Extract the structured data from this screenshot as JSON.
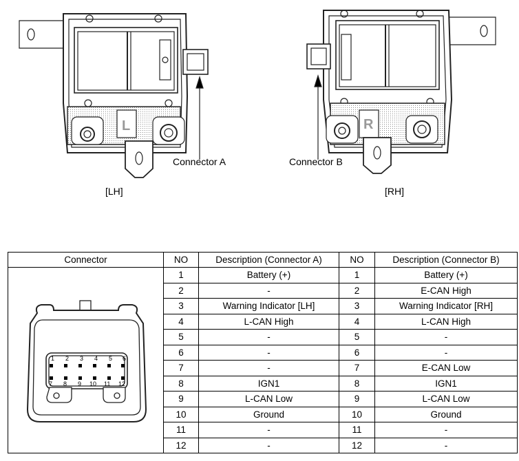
{
  "labels": {
    "lh": "[LH]",
    "rh": "[RH]",
    "connector_a": "Connector A",
    "connector_b": "Connector B",
    "l_mark": "L",
    "r_mark": "R"
  },
  "table": {
    "headers": {
      "connector": "Connector",
      "no_a": "NO",
      "desc_a": "Description (Connector A)",
      "no_b": "NO",
      "desc_b": "Description (Connector B)"
    },
    "rows": [
      {
        "no": "1",
        "a": "Battery (+)",
        "b": "Battery (+)"
      },
      {
        "no": "2",
        "a": "-",
        "b": "E-CAN High"
      },
      {
        "no": "3",
        "a": "Warning Indicator [LH]",
        "b": "Warning Indicator [RH]"
      },
      {
        "no": "4",
        "a": "L-CAN High",
        "b": "L-CAN High"
      },
      {
        "no": "5",
        "a": "-",
        "b": "-"
      },
      {
        "no": "6",
        "a": "-",
        "b": "-"
      },
      {
        "no": "7",
        "a": "-",
        "b": "E-CAN Low"
      },
      {
        "no": "8",
        "a": "IGN1",
        "b": "IGN1"
      },
      {
        "no": "9",
        "a": "L-CAN Low",
        "b": "L-CAN Low"
      },
      {
        "no": "10",
        "a": "Ground",
        "b": "Ground"
      },
      {
        "no": "11",
        "a": "-",
        "b": "-"
      },
      {
        "no": "12",
        "a": "-",
        "b": "-"
      }
    ]
  },
  "connector_face": {
    "top_pins": [
      "1",
      "2",
      "3",
      "4",
      "5",
      "6"
    ],
    "bottom_pins": [
      "7",
      "8",
      "9",
      "10",
      "11",
      "12"
    ]
  }
}
